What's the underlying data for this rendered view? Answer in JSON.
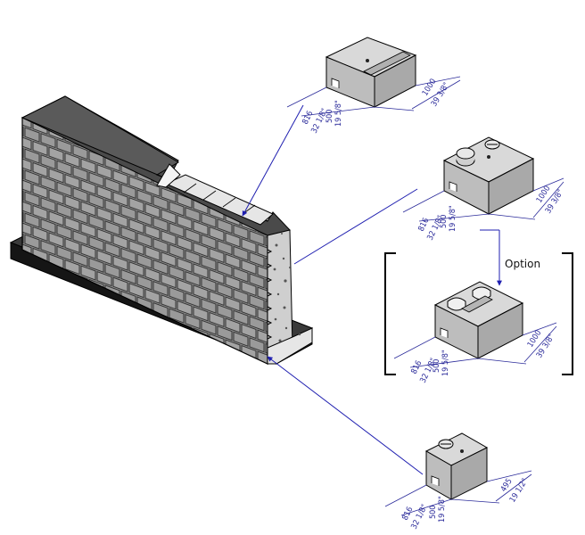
{
  "option_label": "Option",
  "colors": {
    "leader": "#1f1fb0",
    "dimension": "#2b2b9a",
    "block_top": "#d9d9d9",
    "block_left": "#bdbdbd",
    "block_right": "#a9a9a9",
    "footing": "#2a2a2a",
    "outline": "#000000"
  },
  "blocks": {
    "top_block": {
      "depth_mm": "816",
      "depth_in": "32 1/8\"",
      "height_mm": "500",
      "height_in": "19 5/8\"",
      "length_mm": "1000",
      "length_in": "39 3/8\""
    },
    "middle_block": {
      "depth_mm": "816",
      "depth_in": "32 1/8\"",
      "height_mm": "500",
      "height_in": "19 5/8\"",
      "length_mm": "1000",
      "length_in": "39 3/8\""
    },
    "option_block": {
      "depth_mm": "816",
      "depth_in": "32 1/8\"",
      "height_mm": "500",
      "height_in": "19 5/8\"",
      "length_mm": "1000",
      "length_in": "39 3/8\""
    },
    "bottom_block": {
      "depth_mm": "816",
      "depth_in": "32 1/8\"",
      "height_mm": "500",
      "height_in": "19 5/8\"",
      "length_mm": "495",
      "length_in": "19 1/2\""
    }
  }
}
